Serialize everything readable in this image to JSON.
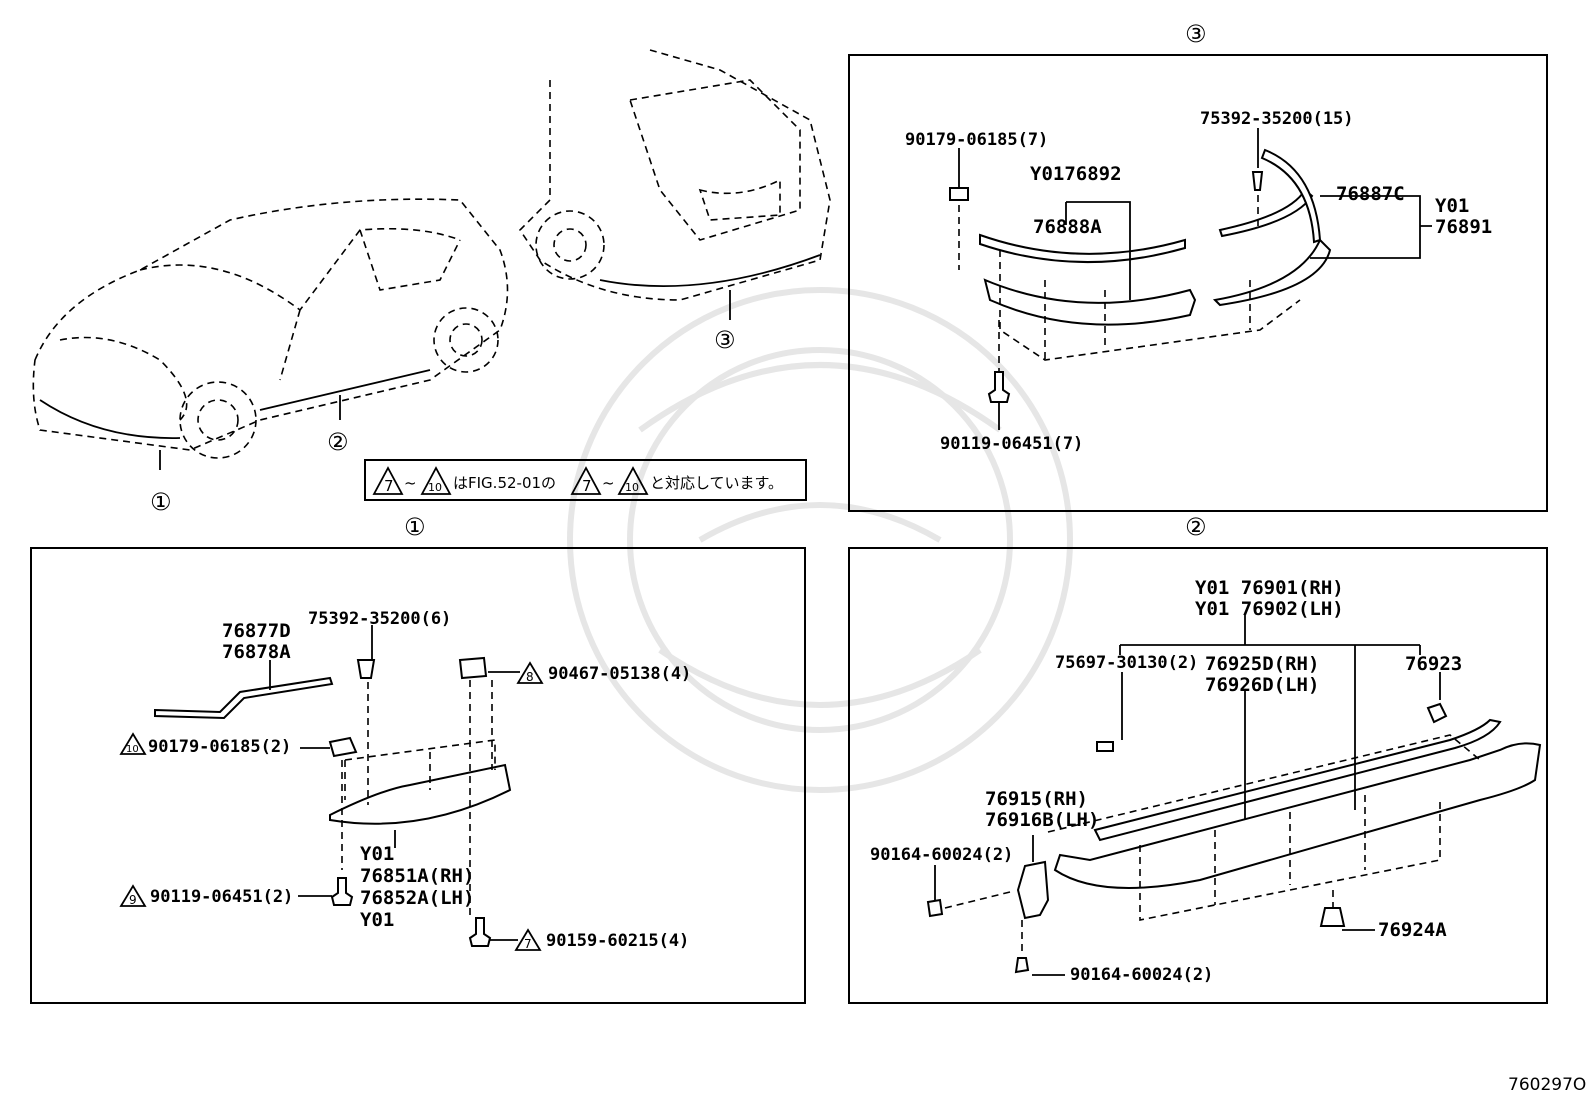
{
  "figure_number": "760297O",
  "callouts": {
    "one": "①",
    "two": "②",
    "three": "③"
  },
  "note": {
    "text": "はFIG.52-01の",
    "text2": "と対応しています。",
    "sym_a": "7",
    "sym_b": "10",
    "tilde": "~"
  },
  "panel_front": {
    "labels": {
      "spoiler_1": "76877D",
      "spoiler_2": "76878A",
      "clip": "75392-35200(6)",
      "retainer": "90179-06185(2)",
      "nut_clip": "90467-05138(4)",
      "y01_top": "Y01",
      "spoiler_rh": "76851A(RH)",
      "spoiler_lh": "76852A(LH)",
      "y01_bottom": "Y01",
      "bolt": "90119-06451(2)",
      "screw": "90159-60215(4)"
    },
    "tags": {
      "retainer": "10",
      "nut_clip": "8",
      "bolt": "9",
      "screw": "7"
    }
  },
  "panel_rear": {
    "labels": {
      "retainer": "90179-06185(7)",
      "clip": "75392-35200(15)",
      "y_part": "Y0176892",
      "molding": "76888A",
      "molding_c": "76887C",
      "y01": "Y01",
      "spoiler": "76891",
      "bolt": "90119-06451(7)"
    }
  },
  "panel_side": {
    "labels": {
      "rh_top": "Y01 76901(RH)",
      "lh_top": "Y01 76902(LH)",
      "clip": "75697-30130(2)",
      "molding_rh": "76925D(RH)",
      "molding_lh": "76926D(LH)",
      "part_76923": "76923",
      "bracket_rh": "76915(RH)",
      "bracket_lh": "76916B(LH)",
      "screw_left": "90164-60024(2)",
      "screw_bottom": "90164-60024(2)",
      "nut": "76924A"
    }
  }
}
